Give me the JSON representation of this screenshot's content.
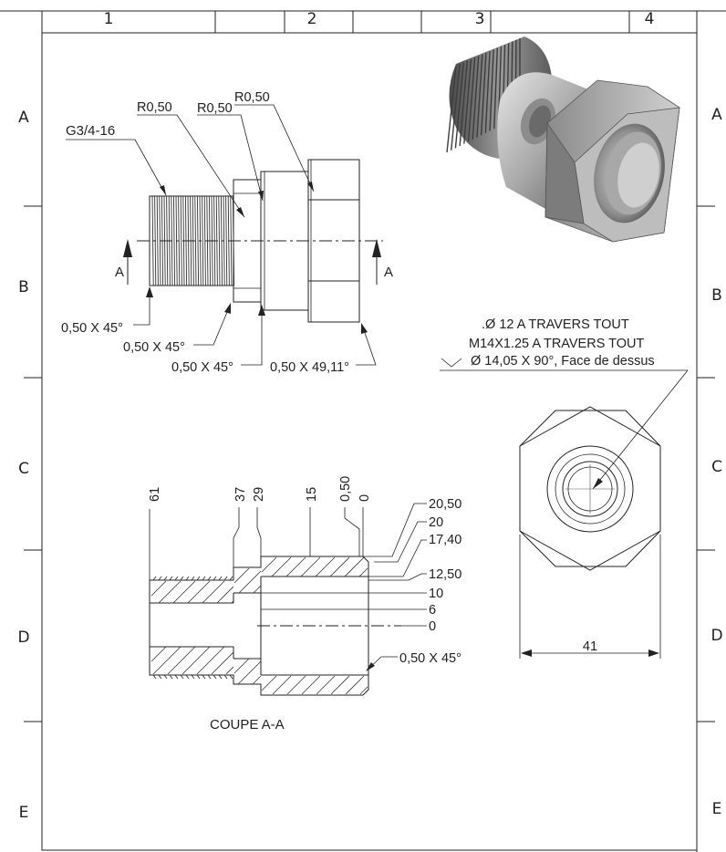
{
  "zones": {
    "columns": [
      "1",
      "2",
      "3",
      "4"
    ],
    "rows": [
      "A",
      "B",
      "C",
      "D",
      "E"
    ]
  },
  "front_view": {
    "thread_callout": "G3/4-16",
    "fillets": [
      "R0,50",
      "R0,50",
      "R0,50"
    ],
    "chamfers": [
      "0,50 X 45°",
      "0,50 X 45°",
      "0,50 X 45°",
      "0,50 X 49,11°"
    ],
    "section_marker": "A"
  },
  "hole_callout": {
    "line1": ".Ø  12 A TRAVERS TOUT",
    "line2": "M14X1.25  A TRAVERS TOUT",
    "line3": "Ø  14,05 X 90°, Face de dessus"
  },
  "top_view": {
    "width_dimension": "41"
  },
  "section_view": {
    "title": "COUPE A-A",
    "x_ordinates": [
      "61",
      "37",
      "29",
      "15",
      "0,50",
      "0"
    ],
    "y_ordinates": [
      "20,50",
      "20",
      "17,40",
      "12,50",
      "10",
      "6",
      "0"
    ],
    "chamfer": "0,50 X 45°"
  },
  "colors": {
    "line": "#222222",
    "render_light": "#c8c8c8",
    "render_dark": "#6e6e6e"
  },
  "icons": [
    "countersink-symbol",
    "diameter-symbol"
  ]
}
